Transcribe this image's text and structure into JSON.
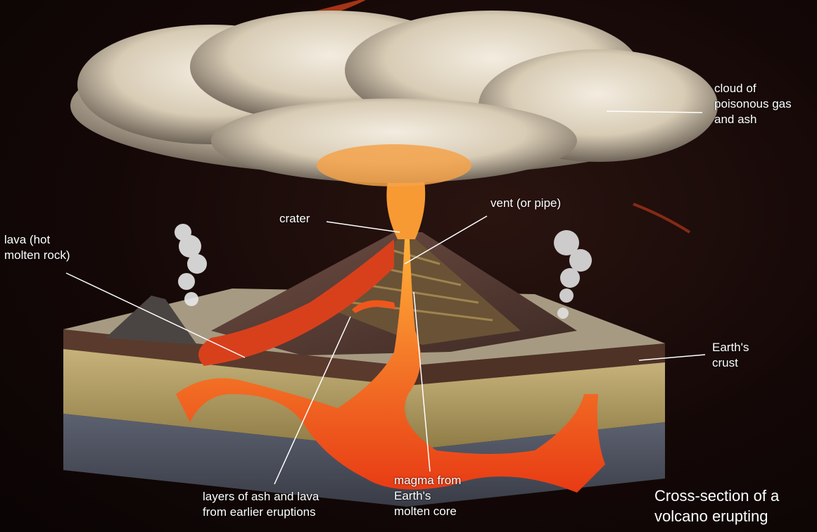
{
  "labels": {
    "cloud": "cloud of\npoisonous gas\nand ash",
    "crater": "crater",
    "vent": "vent (or pipe)",
    "lava": "lava (hot\nmolten rock)",
    "crust": "Earth's\ncrust",
    "layers": "layers of ash and lava\nfrom earlier eruptions",
    "magma": "magma from\nEarth's\nmolten core"
  },
  "caption": "Cross-section of a\nvolcano erupting",
  "colors": {
    "background": "#140807",
    "cloud": "#e6dccb",
    "lava": "#f0561c",
    "magma": "#f7a032",
    "crust": "#5a3a2c",
    "sand_layer": "#b09a5a",
    "rock_layer": "#4a4f5a",
    "label_text": "#ffffff"
  }
}
